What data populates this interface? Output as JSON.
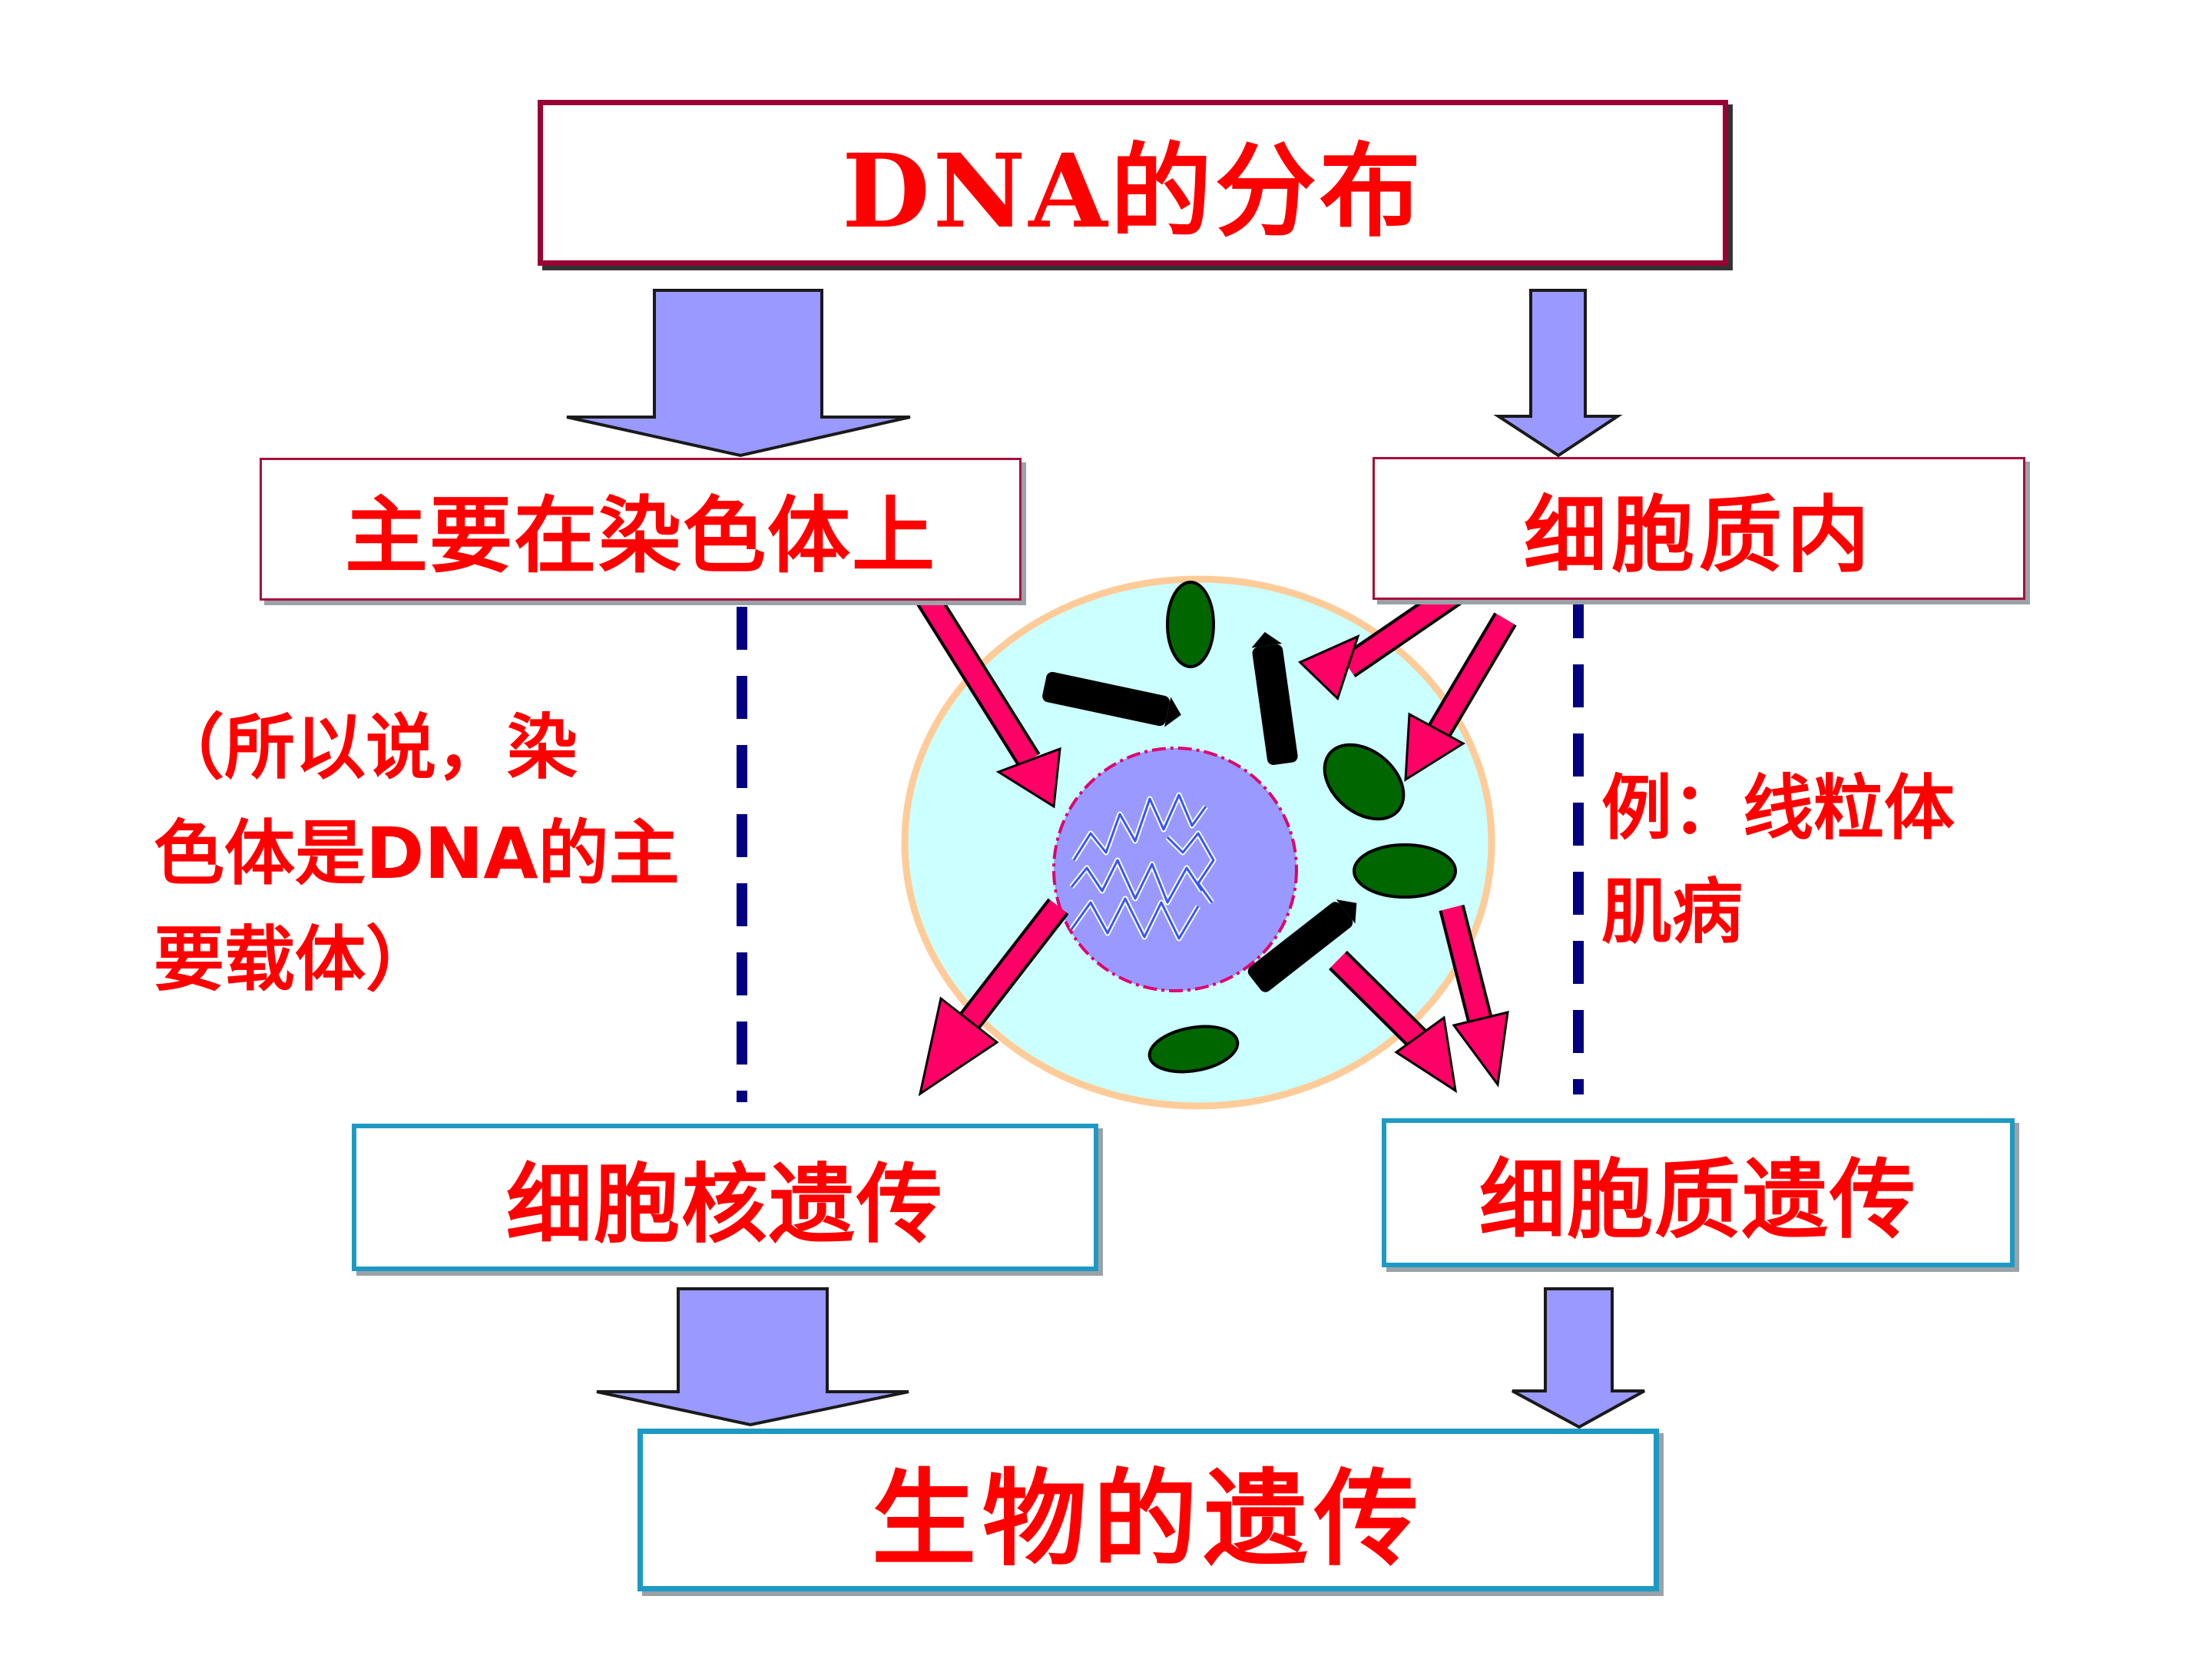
{
  "title": "DNA的分布",
  "branches": {
    "left": {
      "location": "主要在染色体上",
      "inheritance": "细胞核遗传"
    },
    "right": {
      "location": "细胞质内",
      "inheritance": "细胞质遗传"
    }
  },
  "notes": {
    "left": [
      "（所以说，染",
      "色体是DNA的主",
      "要载体）"
    ],
    "right": [
      "例：线粒体",
      "肌病"
    ]
  },
  "conclusion": "生物的遗传",
  "colors": {
    "text": "#ff0000",
    "block_arrow": "#9999ff",
    "pointer_arrow": "#ff0066",
    "title_border": "#990033",
    "top_box_border": "#a60f3a",
    "bottom_box_border": "#1d9ac4",
    "dashed_line": "#000080",
    "cytoplasm": "#ccffff",
    "cell_membrane": "#ffcc99",
    "nucleus": "#9999ff",
    "mitochondria": "#006600",
    "dark_organelle": "#000000"
  }
}
